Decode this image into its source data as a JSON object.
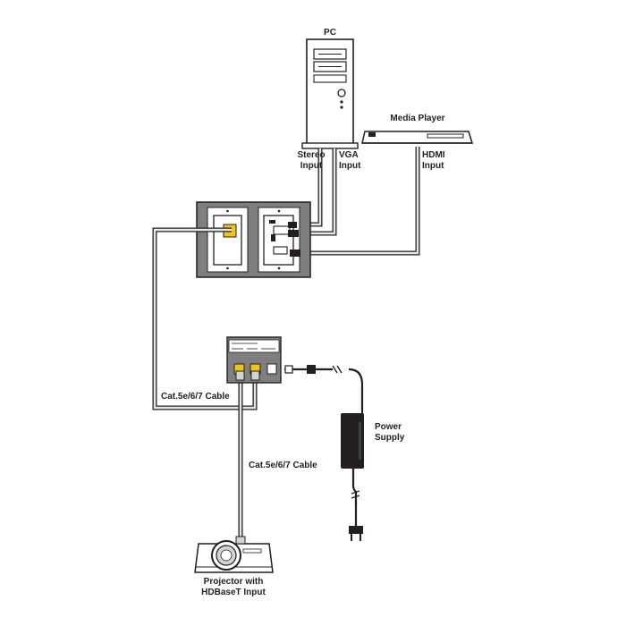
{
  "labels": {
    "pc": "PC",
    "media_player": "Media Player",
    "stereo_input": "Stereo\nInput",
    "vga_input": "VGA\nInput",
    "hdmi_input": "HDMI\nInput",
    "cable_left": "Cat.5e/6/7 Cable",
    "cable_bottom": "Cat.5e/6/7 Cable",
    "power_supply": "Power\nSupply",
    "projector": "Projector with\nHDBaseT Input"
  },
  "colors": {
    "line": "#231f20",
    "cable": "#e6e7e8",
    "plate": "#8a8a8a",
    "plate_dark": "#6d6e71",
    "connector_yellow": "#f2c419",
    "psu": "#231f20"
  }
}
